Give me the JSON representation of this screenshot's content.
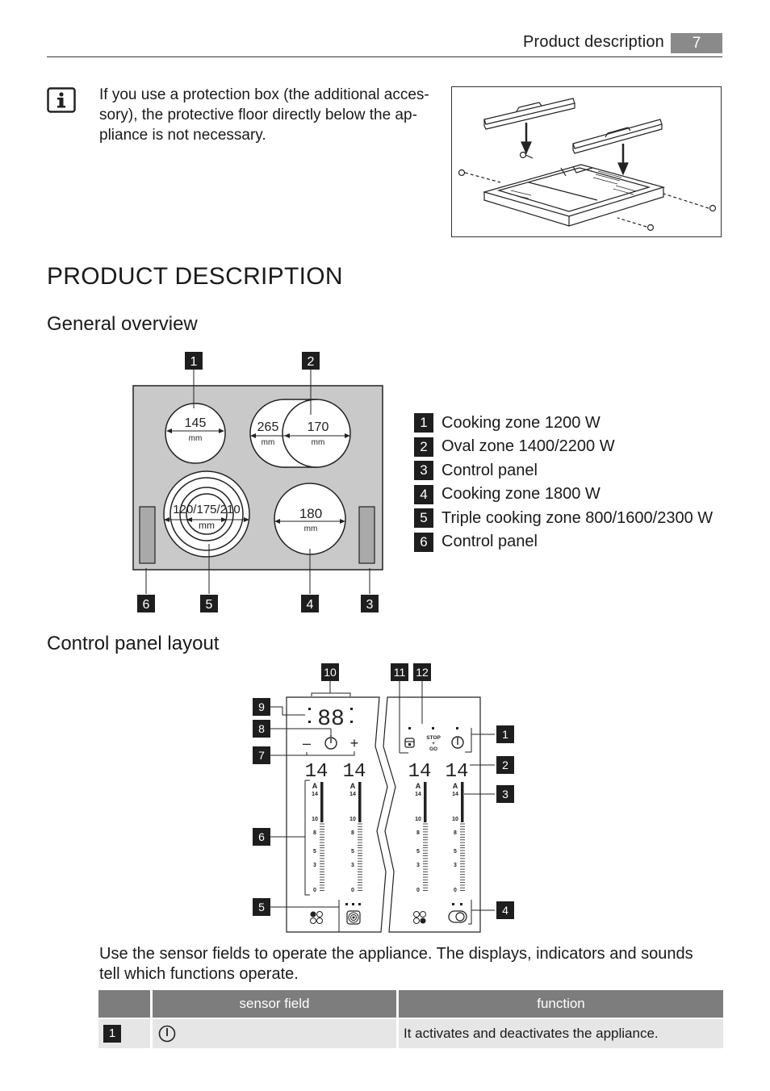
{
  "header": {
    "section": "Product description",
    "page": "7"
  },
  "info_note": {
    "icon": "info-icon",
    "lines": [
      "If you use a protection box (the additional acces-",
      "sory), the protective floor directly below the ap-",
      "pliance is not necessary."
    ]
  },
  "page_title": "PRODUCT DESCRIPTION",
  "general_overview": {
    "heading": "General overview",
    "zone_labels": {
      "z1_size": "145",
      "z1_unit": "mm",
      "z2_size_a": "265",
      "z2_unit_a": "mm",
      "z2_size_b": "170",
      "z2_unit_b": "mm",
      "z5_size": "120/175/210",
      "z5_unit": "mm",
      "z4_size": "180",
      "z4_unit": "mm"
    },
    "callouts": [
      "1",
      "2",
      "6",
      "5",
      "4",
      "3"
    ],
    "legend": [
      {
        "num": "1",
        "label": "Cooking zone 1200 W"
      },
      {
        "num": "2",
        "label": "Oval zone 1400/2200 W"
      },
      {
        "num": "3",
        "label": "Control panel"
      },
      {
        "num": "4",
        "label": "Cooking zone 1800 W"
      },
      {
        "num": "5",
        "label": "Triple cooking zone 800/1600/2300 W"
      },
      {
        "num": "6",
        "label": "Control panel"
      }
    ]
  },
  "control_panel": {
    "heading": "Control panel layout",
    "callouts": [
      "10",
      "11",
      "12",
      "9",
      "8",
      "7",
      "6",
      "5",
      "1",
      "2",
      "3",
      "4"
    ],
    "timer_display": "88",
    "minus": "–",
    "plus": "+",
    "zone_display": "14",
    "scale": [
      "A",
      "14",
      "10",
      "8",
      "5",
      "3",
      "0"
    ],
    "stop_go": [
      "STOP",
      "+",
      "GO"
    ]
  },
  "sensor_intro": [
    "Use the sensor fields to operate the appliance. The displays, indicators and sounds",
    "tell which functions operate."
  ],
  "table": {
    "headers": [
      "",
      "sensor field",
      "function"
    ],
    "rows": [
      {
        "num": "1",
        "icon": "power-icon",
        "function": "It activates and deactivates the appliance."
      }
    ]
  }
}
